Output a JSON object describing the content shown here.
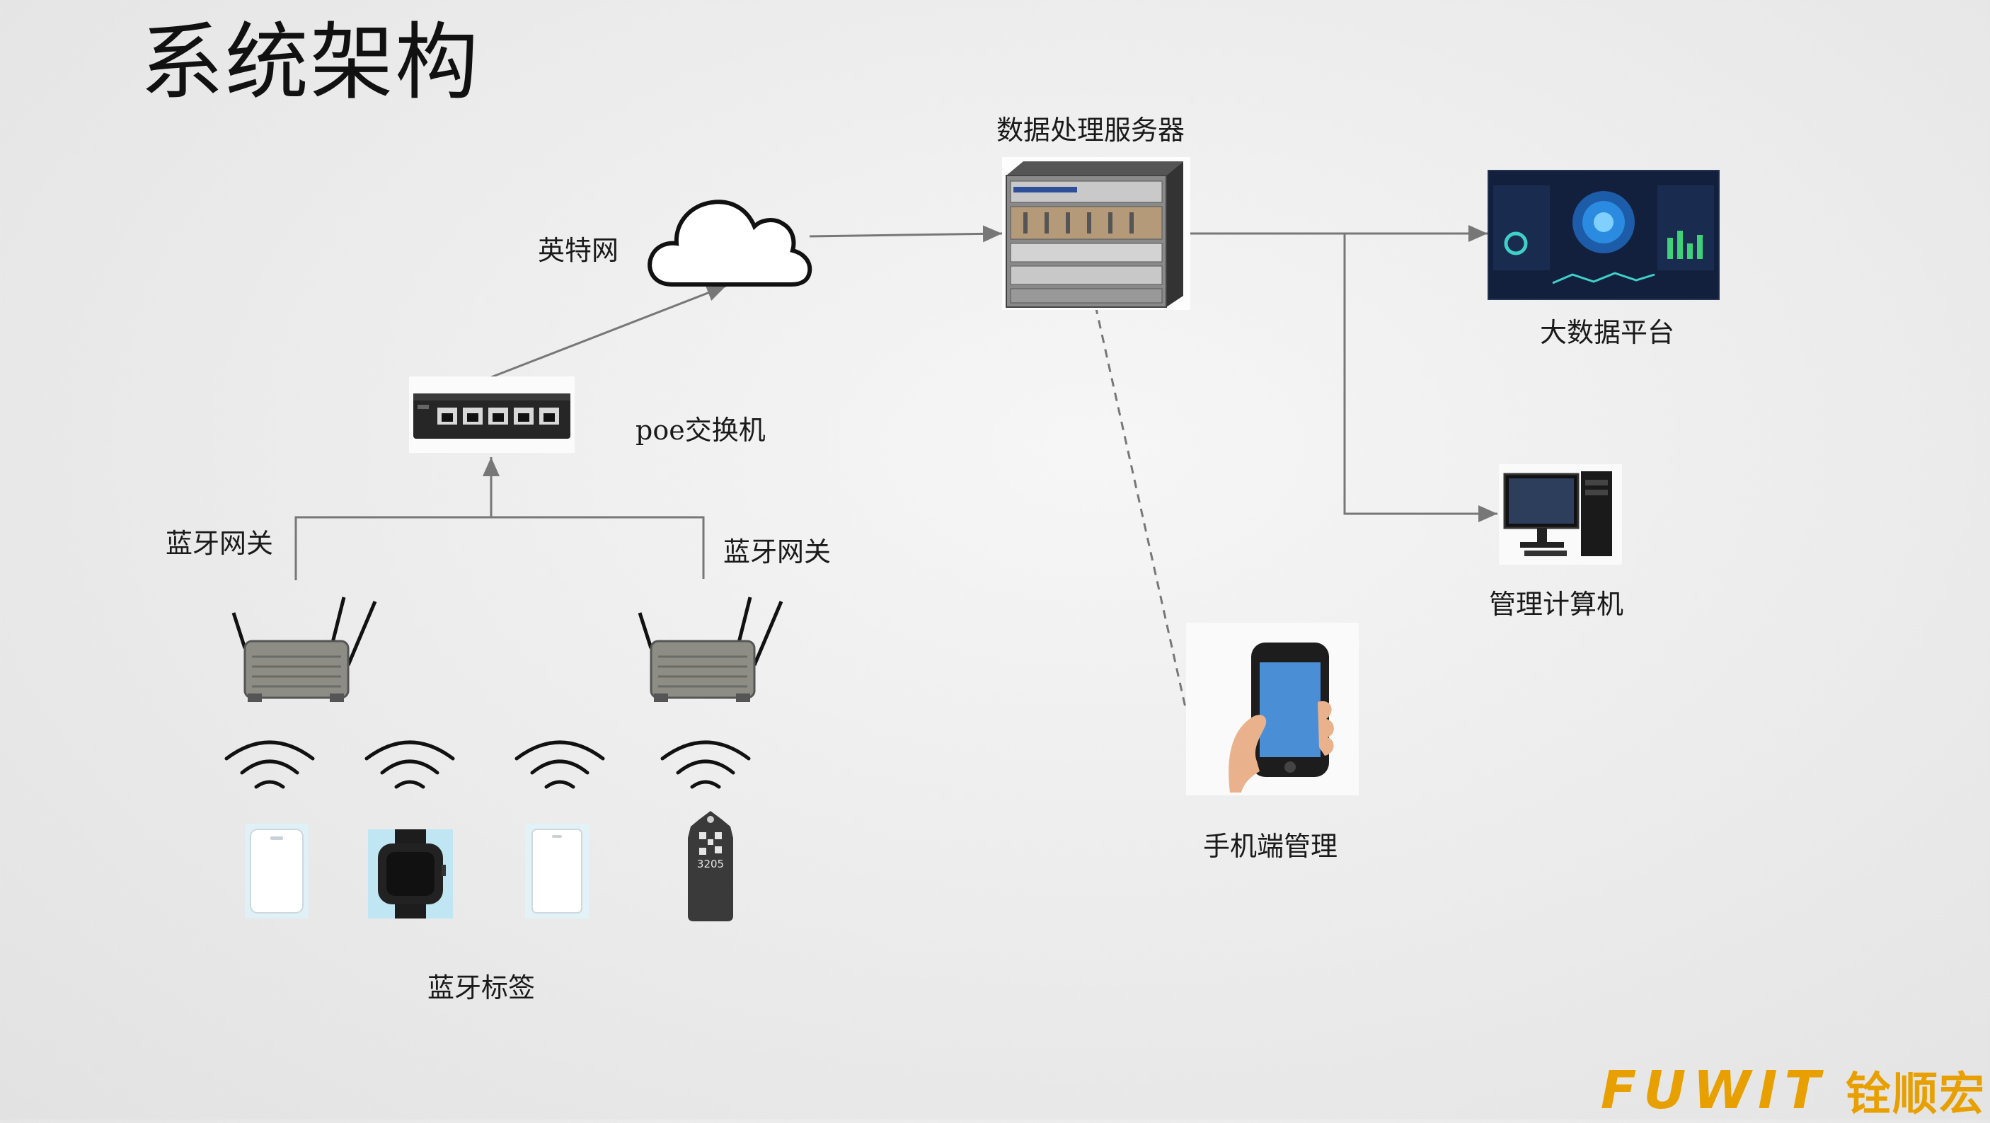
{
  "title": "系统架构",
  "nodes": {
    "internet": "英特网",
    "server": "数据处理服务器",
    "poe_switch": "poe交换机",
    "gateway_left": "蓝牙网关",
    "gateway_right": "蓝牙网关",
    "big_data": "大数据平台",
    "admin_pc": "管理计算机",
    "mobile": "手机端管理",
    "tags": "蓝牙标签"
  },
  "tag_number": "3205",
  "logo": {
    "en": "FUWIT",
    "cn": "铨顺宏"
  },
  "colors": {
    "accent": "#e8a000",
    "line": "#777777",
    "screen": "#1b2a4a"
  }
}
